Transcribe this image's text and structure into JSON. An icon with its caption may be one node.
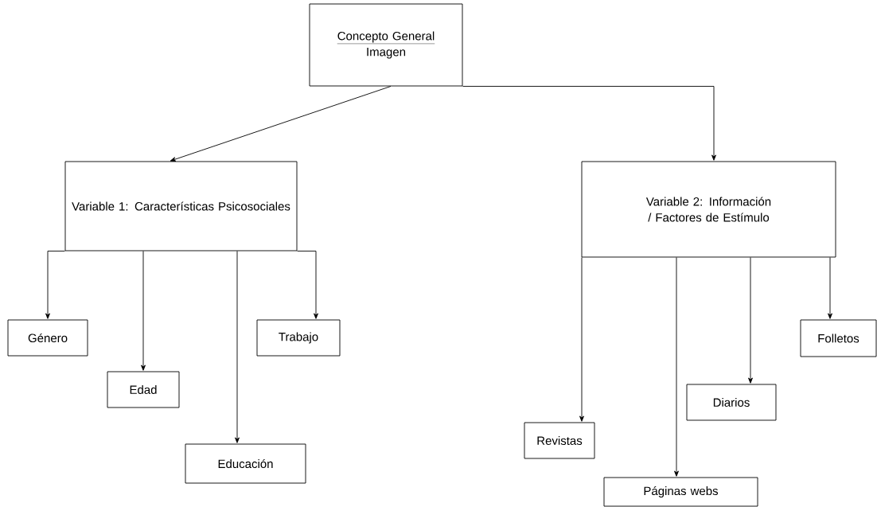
{
  "diagram": {
    "nodes": [
      {
        "text": [
          "Concepto General",
          "Imagen"
        ]
      },
      {
        "text": [
          "Variable 1: Características Psicosociales"
        ]
      },
      {
        "text": [
          "Variable 2: Información / Factores de Estímulo"
        ]
      },
      {
        "text": [
          "Género"
        ]
      },
      {
        "text": [
          "Edad"
        ]
      },
      {
        "text": [
          "Educación"
        ]
      },
      {
        "text": [
          "Trabajo"
        ]
      },
      {
        "text": [
          "Revistas"
        ]
      },
      {
        "text": [
          "Páginas webs"
        ]
      },
      {
        "text": [
          "Diarios"
        ]
      },
      {
        "text": [
          "Folletos"
        ]
      }
    ],
    "edges": [
      {
        "from": 0,
        "to": 1,
        "arrow": "to"
      },
      {
        "from": 0,
        "to": 2,
        "arrow": "to"
      },
      {
        "from": 1,
        "to": 3,
        "arrow": "to"
      },
      {
        "from": 1,
        "to": 4,
        "arrow": "to"
      },
      {
        "from": 1,
        "to": 5,
        "arrow": "to"
      },
      {
        "from": 1,
        "to": 6,
        "arrow": "to"
      },
      {
        "from": 2,
        "to": 7,
        "arrow": "to"
      },
      {
        "from": 2,
        "to": 8,
        "arrow": "to"
      },
      {
        "from": 2,
        "to": 9,
        "arrow": "to"
      },
      {
        "from": 2,
        "to": 10,
        "arrow": "to"
      }
    ]
  }
}
